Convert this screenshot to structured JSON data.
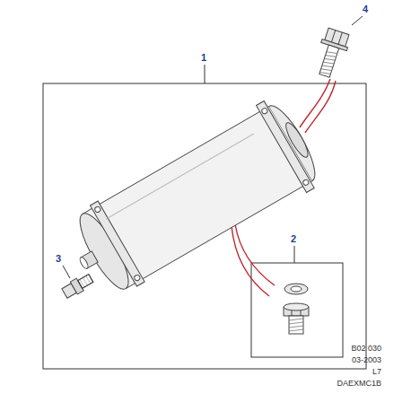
{
  "diagram": {
    "labels": [
      "1",
      "2",
      "3",
      "4",
      "B02 030",
      "03-2003",
      "L7",
      "DAEXMC1B"
    ]
  }
}
